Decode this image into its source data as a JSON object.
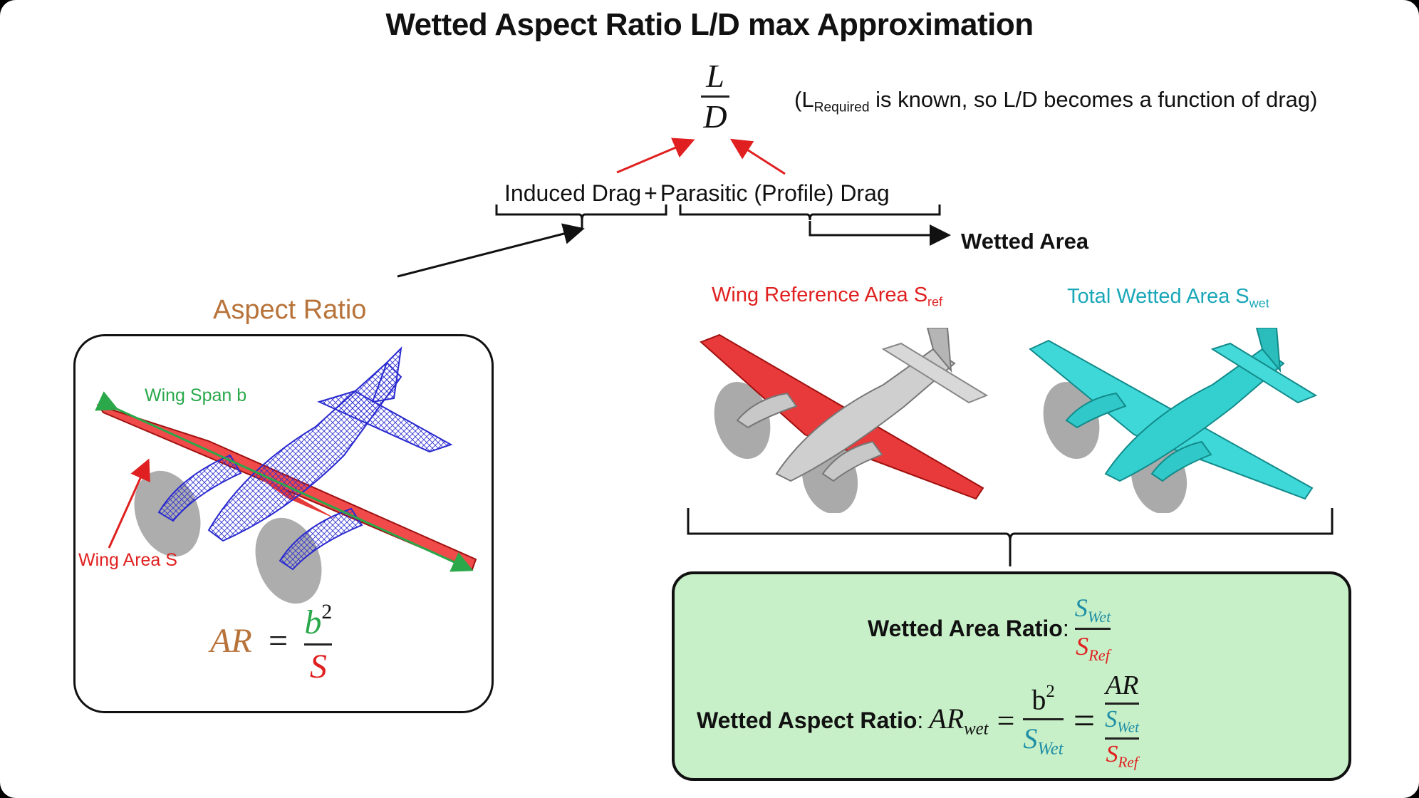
{
  "title": "Wetted Aspect Ratio L/D max Approximation",
  "ld": {
    "num": "L",
    "den": "D"
  },
  "note": {
    "open": "(L",
    "sub": "Required",
    "rest": " is known, so L/D becomes a function of drag)"
  },
  "drag": {
    "induced": "Induced Drag",
    "plus": "+",
    "parasitic": "Parasitic (Profile) Drag"
  },
  "wetted_area_label": "Wetted Area",
  "aspect_ratio_label": "Aspect Ratio",
  "wing_span_label": "Wing Span b",
  "wing_area_label": "Wing Area S",
  "ar_formula": {
    "lhs": "AR",
    "eq": "=",
    "num": "b",
    "num_sup": "2",
    "den": "S"
  },
  "wing_ref": {
    "text": "Wing Reference Area S",
    "sub": "ref"
  },
  "total_wet": {
    "text": "Total Wetted Area S",
    "sub": "wet"
  },
  "ratio": {
    "label": "Wetted Area Ratio",
    "colon": ":",
    "num_s": "S",
    "num_sub": "Wet",
    "den_s": "S",
    "den_sub": "Ref"
  },
  "wet_ar": {
    "label": "Wetted Aspect Ratio",
    "colon": ":",
    "lhs": "AR",
    "lhs_sub": "wet",
    "eq": "=",
    "b": "b",
    "b_sup": "2",
    "s": "S",
    "s_sub": "Wet",
    "eq2": "=",
    "ar": "AR",
    "inner_num_s": "S",
    "inner_num_sub": "Wet",
    "inner_den_s": "S",
    "inner_den_sub": "Ref"
  },
  "colors": {
    "red": "#e02020",
    "teal": "#1f8fa6",
    "green": "#2aa84a",
    "brown": "#b8733a",
    "box_fill": "#c8f0c8",
    "wire": "#2a2ad0",
    "cyan": "#3fd8d8"
  }
}
